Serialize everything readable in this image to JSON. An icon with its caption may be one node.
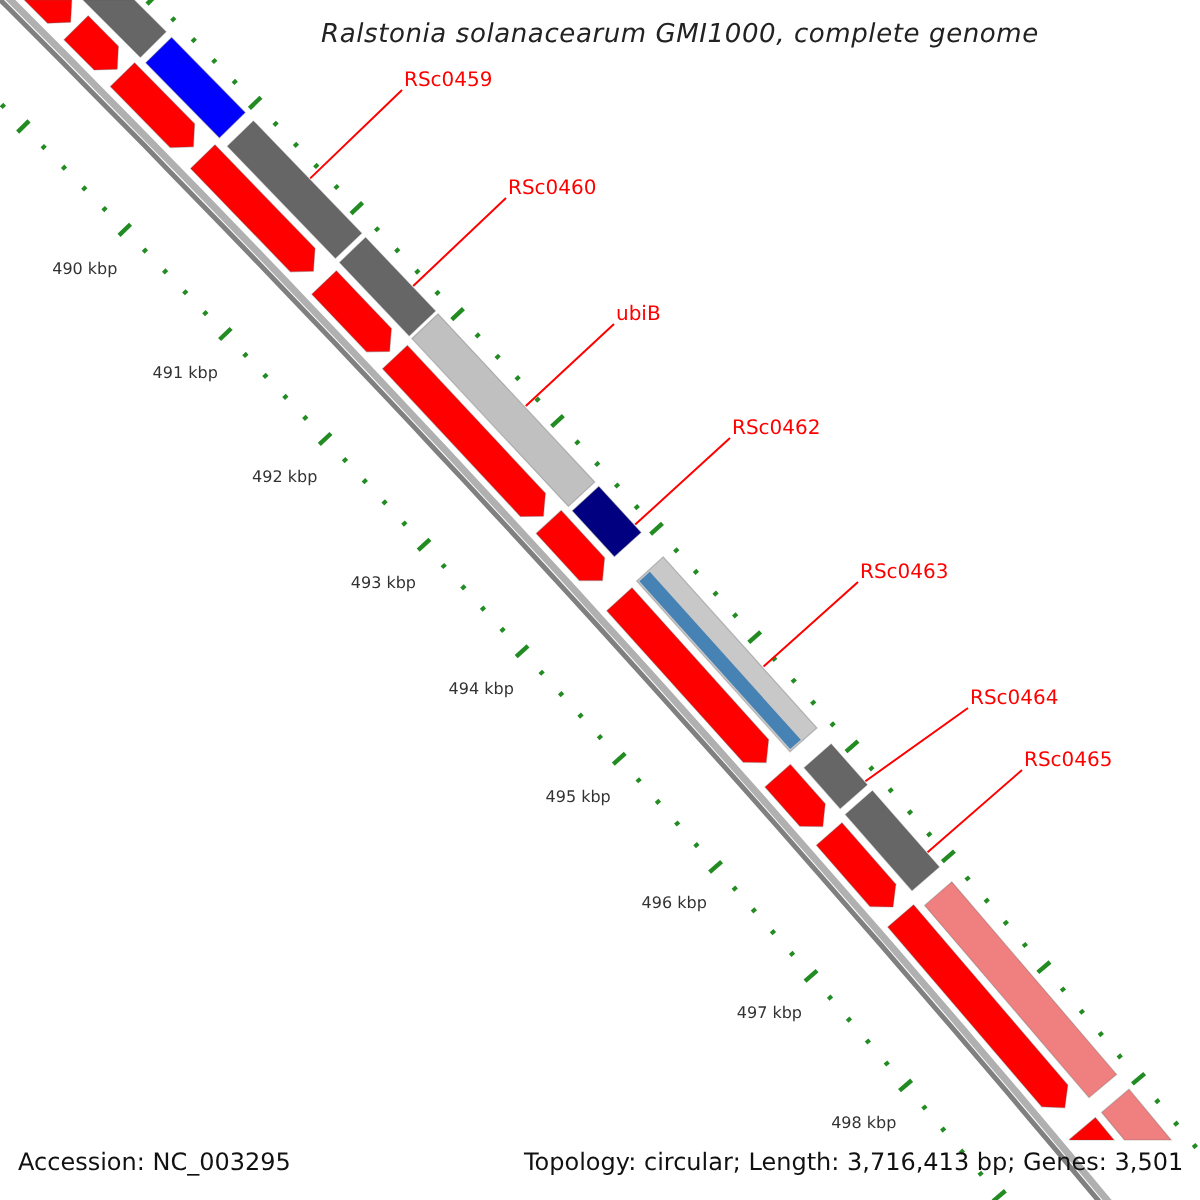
{
  "diagram": {
    "title": "Ralstonia solanacearum GMI1000, complete genome",
    "nodes": [
      {
        "text": [
          "RSc0459"
        ]
      },
      {
        "text": [
          "RSc0460"
        ]
      },
      {
        "text": [
          "ubiB"
        ]
      },
      {
        "text": [
          "RSc0462"
        ]
      },
      {
        "text": [
          "RSc0463"
        ]
      },
      {
        "text": [
          "RSc0464"
        ]
      },
      {
        "text": [
          "RSc0465"
        ]
      },
      {
        "text": [],
        "shape": "bar"
      },
      {
        "text": [],
        "shape": "arrow"
      },
      {
        "text": [],
        "shape": "arrow"
      },
      {
        "text": [],
        "shape": "arrow"
      },
      {
        "text": [],
        "shape": "bar"
      },
      {
        "text": [],
        "shape": "arrow"
      },
      {
        "text": [],
        "shape": "bar"
      },
      {
        "text": [],
        "shape": "bar"
      },
      {
        "text": [],
        "shape": "arrow"
      },
      {
        "text": [],
        "shape": "bar"
      },
      {
        "text": [],
        "shape": "arrow"
      },
      {
        "text": [],
        "shape": "arrow"
      },
      {
        "text": [],
        "shape": "bar"
      },
      {
        "text": [],
        "shape": "bar"
      },
      {
        "text": [],
        "shape": "arrow"
      },
      {
        "text": [],
        "shape": "arrow"
      },
      {
        "text": [],
        "shape": "bar"
      },
      {
        "text": [],
        "shape": "bar"
      },
      {
        "text": [],
        "shape": "arrow"
      },
      {
        "text": [],
        "shape": "arrow"
      },
      {
        "text": [],
        "shape": "bar"
      },
      {
        "text": [],
        "shape": "arrow"
      },
      {
        "text": [],
        "shape": "bar"
      }
    ],
    "edges": [
      {
        "from": 0,
        "to": 13,
        "arrow": "none"
      },
      {
        "from": 1,
        "to": 14,
        "arrow": "none"
      },
      {
        "from": 2,
        "to": 16,
        "arrow": "none"
      },
      {
        "from": 3,
        "to": 19,
        "arrow": "none"
      },
      {
        "from": 4,
        "to": 20,
        "arrow": "none"
      },
      {
        "from": 5,
        "to": 23,
        "arrow": "none"
      },
      {
        "from": 6,
        "to": 24,
        "arrow": "none"
      }
    ],
    "labels": [
      "490 kbp",
      "491 kbp",
      "492 kbp",
      "493 kbp",
      "494 kbp",
      "495 kbp",
      "496 kbp",
      "497 kbp",
      "498 kbp",
      "Accession: NC_003295",
      "Topology: circular; Length: 3,716,413 bp; Genes: 3,501"
    ]
  }
}
